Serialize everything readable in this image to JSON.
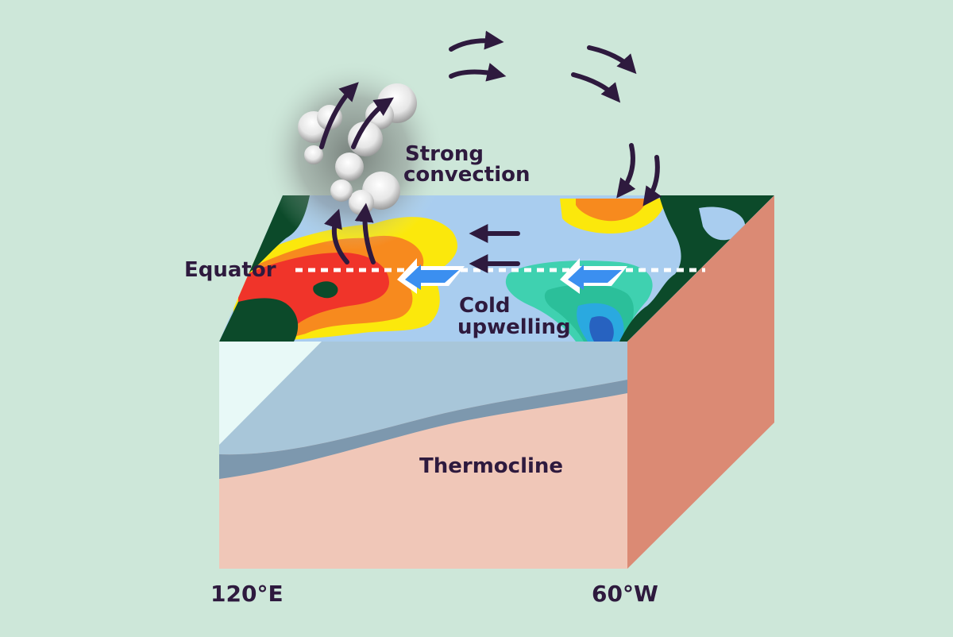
{
  "labels": {
    "convection_line1": "Strong",
    "convection_line2": "convection",
    "equator": "Equator",
    "upwelling_line1": "Cold",
    "upwelling_line2": "upwelling",
    "thermocline": "Thermocline",
    "west_longitude": "120°E",
    "east_longitude": "60°W"
  },
  "colors": {
    "background": "#cde7d9",
    "ocean_surface": "#a9cdef",
    "land": "#0c4a2a",
    "warm_red": "#f0342a",
    "warm_orange": "#f78a1e",
    "warm_yellow": "#fbe80c",
    "cool_teal": "#3fd1b0",
    "cool_green": "#2bbf9a",
    "cool_cyan": "#2aa9e0",
    "cool_blue": "#2762c0",
    "water_layer": "#a8c6d9",
    "thermocline_band": "#7d98ae",
    "deep_layer": "#f0c7b8",
    "side_face": "#db8a74",
    "arrow": "#2e1a3e",
    "current_arrow": "#3b8ff0"
  }
}
